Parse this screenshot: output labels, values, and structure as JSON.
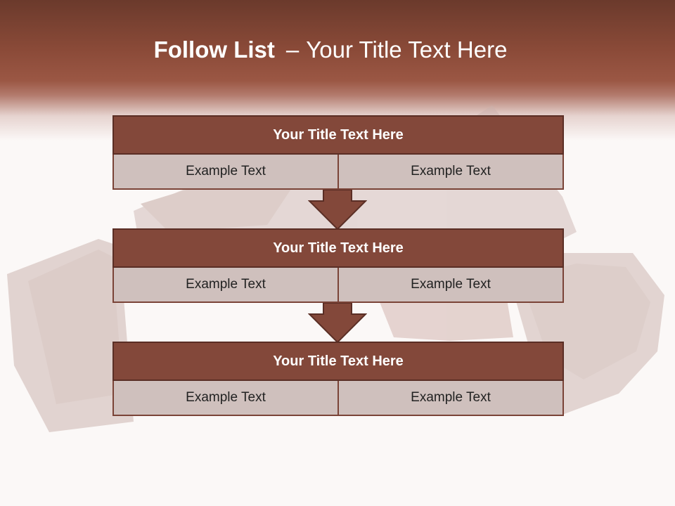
{
  "slide": {
    "title_bold": "Follow List",
    "title_separator": "–",
    "title_rest": "Your Title Text Here"
  },
  "steps": [
    {
      "title": "Your Title Text Here",
      "left": "Example Text",
      "right": "Example Text"
    },
    {
      "title": "Your Title Text Here",
      "left": "Example Text",
      "right": "Example Text"
    },
    {
      "title": "Your Title Text Here",
      "left": "Example Text",
      "right": "Example Text"
    }
  ],
  "colors": {
    "header_band": "#8a4a38",
    "block_title_bg": "#83483a",
    "cell_bg": "#cfc0bd",
    "arrow": "#83483a"
  },
  "background": {
    "image_icon": "chocolate-pieces-illustration"
  }
}
